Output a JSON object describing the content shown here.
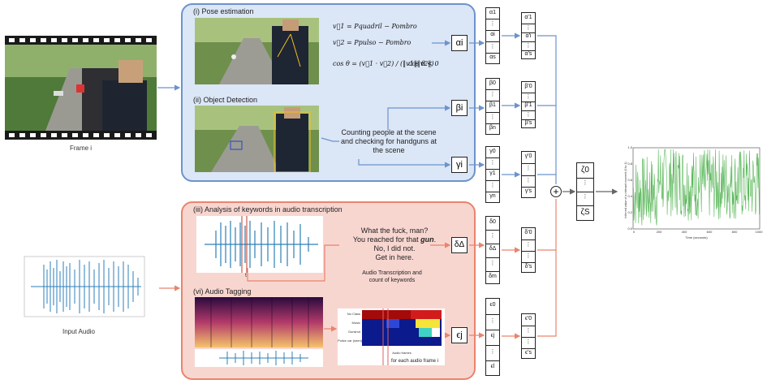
{
  "frame": {
    "caption": "Frame i"
  },
  "audio": {
    "caption": "Input Audio"
  },
  "pose": {
    "title": "(i) Pose estimation",
    "eq1": "v⃗1 = Pquadril − Pombro",
    "eq2": "v⃗2 = Ppulso − Pombro",
    "eq3": "cos θ = (v⃗1 · v⃗2) / (‖v1‖‖v2‖)",
    "eq4": "cos θ < 0",
    "symbol": "αi"
  },
  "object": {
    "title": "(ii) Object Detection",
    "text": "Counting people at the scene and checking for handguns at the scene",
    "symbol_beta": "βi",
    "symbol_gamma": "γi"
  },
  "keywords": {
    "title": "(iii) Analysis of keywords in audio transcription",
    "transcript_line1": "What the fuck, man?",
    "transcript_line2": "You reached for that",
    "transcript_keyword": "gun",
    "transcript_line3": "No, I did not.",
    "transcript_line4": "Get in here.",
    "caption": "Audio Transcription and count of keywords",
    "marker": "t",
    "symbol": "δΔ"
  },
  "tagging": {
    "title": "(vi) Audio Tagging",
    "rows": [
      "No Class",
      "Music",
      "Gunshot",
      "Police car (siren)"
    ],
    "xlabel": "Audio frames",
    "caption": "for each audio frame i",
    "symbol": "ϵj"
  },
  "columns": {
    "alpha": [
      "α1",
      "⋮",
      "αi",
      "⋮",
      "αs"
    ],
    "alpha_p": [
      "α'1",
      "⋮",
      "α'i",
      "⋮",
      "α's"
    ],
    "beta": [
      "β0",
      "⋮",
      "β1",
      "⋮",
      "βn"
    ],
    "beta_p": [
      "β'0",
      "⋮",
      "β'1",
      "⋮",
      "β's"
    ],
    "gamma": [
      "γ0",
      "⋮",
      "γ1",
      "⋮",
      "γn"
    ],
    "gamma_p": [
      "γ'0",
      "⋮",
      "⋮",
      "γ's"
    ],
    "delta": [
      "δ0",
      "⋮",
      "δΔ",
      "⋮",
      "δm"
    ],
    "delta_p": [
      "δ'0",
      "⋮",
      "⋮",
      "δ's"
    ],
    "eps": [
      "ϵ0",
      "⋮",
      "ϵj",
      "⋮",
      "ϵl"
    ],
    "eps_p": [
      "ϵ'0",
      "⋮",
      "⋮",
      "ϵ's"
    ],
    "zeta": [
      "ζ0",
      "⋮",
      "⋮",
      "ζS"
    ]
  },
  "sum_symbol": "+",
  "output_chart": {
    "ylabel": "Inferred value of a relevant moment (0 to 1)",
    "xlabel": "Time (seconds)",
    "xticks": [
      "0",
      "200",
      "400",
      "600",
      "800",
      "1000"
    ],
    "yticks": [
      "0.0",
      "0.2",
      "0.4",
      "0.6",
      "0.8",
      "1.0"
    ],
    "line_color": "#5cb85c"
  },
  "colors": {
    "blue_arrow": "#6c93cc",
    "red_arrow": "#e9846e"
  }
}
